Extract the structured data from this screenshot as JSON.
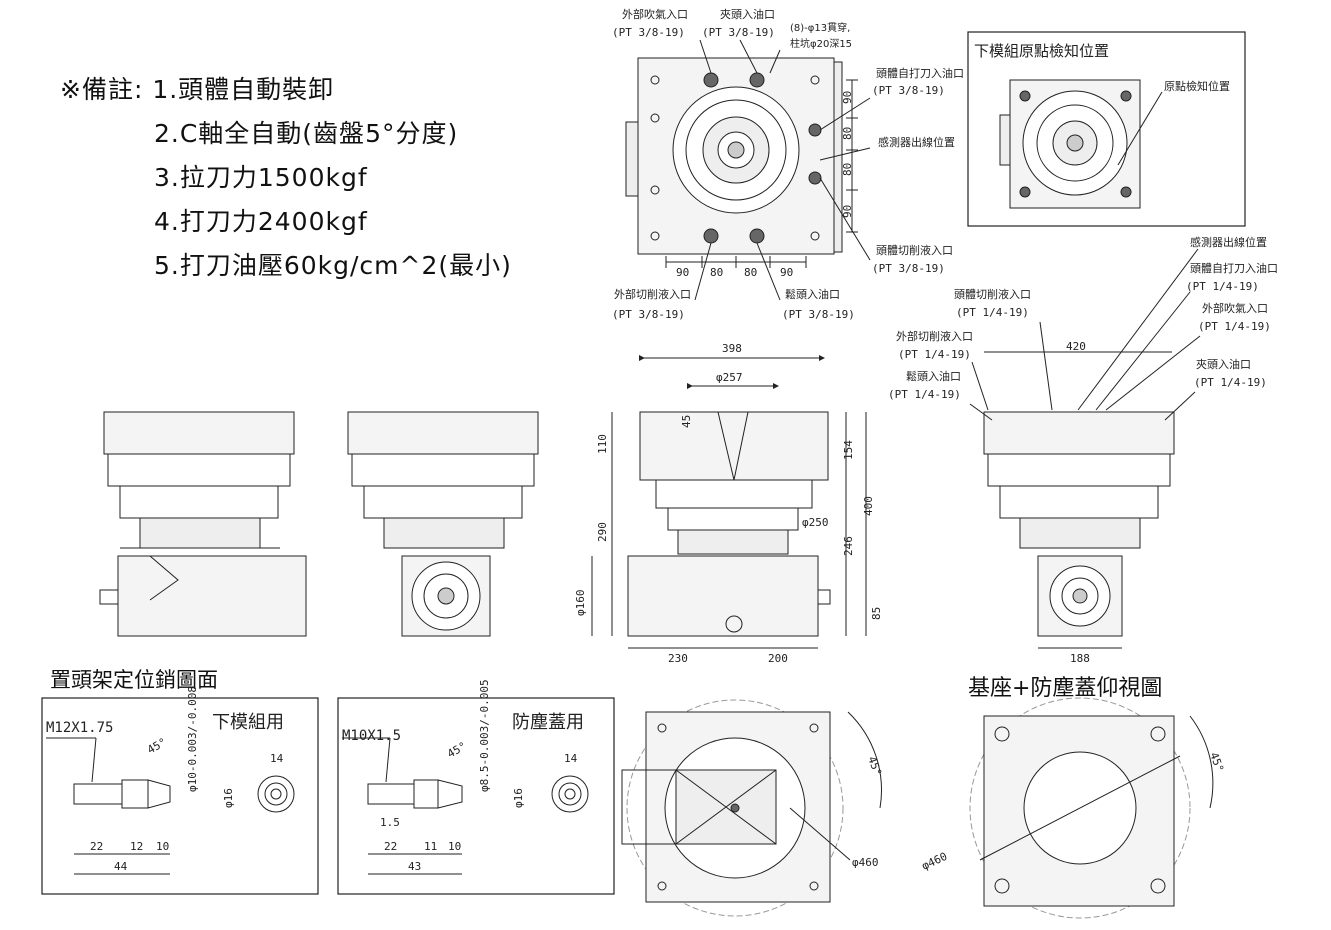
{
  "notes": {
    "prefix": "※備註:",
    "items": [
      "1.頭體自動裝卸",
      "2.C軸全自動(齒盤5°分度)",
      "3.拉刀力1500kgf",
      "4.打刀力2400kgf",
      "5.打刀油壓60kg/cm^2(最小)"
    ]
  },
  "top_view": {
    "port_ext_air": "外部吹氣入口",
    "port_ext_air_spec": "(PT 3/8-19)",
    "port_clamp_oil": "夾頭入油口",
    "port_clamp_oil_spec": "(PT 3/8-19)",
    "holes_note_1": "(8)-φ13貫穿,",
    "holes_note_2": "柱坑φ20深15",
    "port_head_unclamp": "頭體自打刀入油口",
    "port_head_unclamp_spec": "(PT 3/8-19)",
    "sensor_exit": "感測器出線位置",
    "port_head_coolant": "頭體切削液入口",
    "port_head_coolant_spec": "(PT 3/8-19)",
    "port_ext_coolant": "外部切削液入口",
    "port_ext_coolant_spec": "(PT 3/8-19)",
    "port_release_oil": "鬆頭入油口",
    "port_release_oil_spec": "(PT 3/8-19)",
    "dims_bottom": [
      "90",
      "80",
      "80",
      "90"
    ],
    "dims_right": [
      "90",
      "80",
      "80",
      "90"
    ]
  },
  "origin_box": {
    "title": "下模組原點檢知位置",
    "label": "原點檢知位置"
  },
  "front_view": {
    "dim_398": "398",
    "dim_257": "φ257",
    "dim_45": "45",
    "dim_110": "110",
    "dim_154": "154",
    "dim_250": "φ250",
    "dim_400": "400",
    "dim_290": "290",
    "dim_246": "246",
    "dim_160": "φ160",
    "dim_85": "85",
    "dim_230": "230",
    "dim_200": "200"
  },
  "side_view": {
    "sensor_exit": "感測器出線位置",
    "port_head_unclamp": "頭體自打刀入油口",
    "port_head_unclamp_spec": "(PT 1/4-19)",
    "port_head_coolant": "頭體切削液入口",
    "port_head_coolant_spec": "(PT 1/4-19)",
    "port_ext_air": "外部吹氣入口",
    "port_ext_air_spec": "(PT 1/4-19)",
    "port_ext_coolant": "外部切削液入口",
    "port_ext_coolant_spec": "(PT 1/4-19)",
    "port_release_oil": "鬆頭入油口",
    "port_release_oil_spec": "(PT 1/4-19)",
    "port_clamp_oil": "夾頭入油口",
    "port_clamp_oil_spec": "(PT 1/4-19)",
    "dim_420": "420",
    "dim_188": "188"
  },
  "pin_section": {
    "title": "置頭架定位銷圖面",
    "lower": {
      "title": "下模組用",
      "thread": "M12X1.75",
      "angle": "45°",
      "dia": "φ10-0.003/-0.008",
      "dia16": "φ16",
      "hex": "14",
      "d22": "22",
      "d12": "12",
      "d10": "10",
      "d44": "44"
    },
    "cover": {
      "title": "防塵蓋用",
      "thread": "M10X1.5",
      "angle": "45°",
      "dia": "φ8.5-0.003/-0.005",
      "dia16": "φ16",
      "hex": "14",
      "d15": "1.5",
      "d22": "22",
      "d11": "11",
      "d10": "10",
      "d43": "43"
    }
  },
  "bottom_views": {
    "angle": "45°",
    "dia": "φ460",
    "base_title": "基座+防塵蓋仰視圖"
  }
}
